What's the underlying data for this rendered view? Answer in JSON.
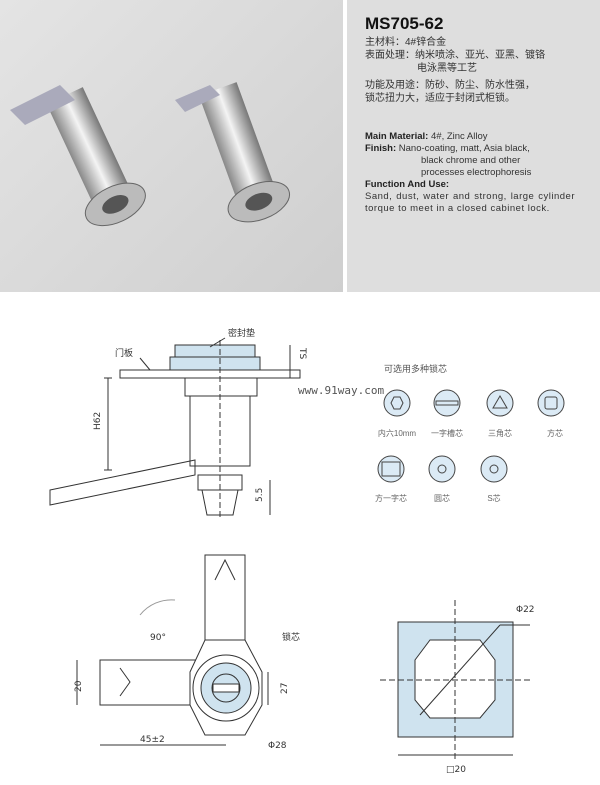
{
  "product": {
    "model": "MS705-62",
    "cn": {
      "material_label": "主材料：",
      "material_value": "4#锌合金",
      "finish_label": "表面处理：",
      "finish_value_1": "纳米喷涂、亚光、亚黑、镀铬",
      "finish_value_2": "电泳黑等工艺",
      "function_label": "功能及用途：",
      "function_value_1": "防砂、防尘、防水性强，",
      "function_value_2": "锁芯扭力大，适应于封闭式柜锁。"
    },
    "en": {
      "material_label": "Main Material:",
      "material_value": "4#, Zinc Alloy",
      "finish_label": "Finish:",
      "finish_value_1": "Nano-coating, matt, Asia black,",
      "finish_value_2": "black chrome and other",
      "finish_value_3": "processes electrophoresis",
      "function_label": "Function And Use:",
      "function_value": "Sand, dust, water and strong, large cylinder torque to meet in a closed cabinet lock."
    }
  },
  "drawing": {
    "seal_label": "密封垫",
    "door_label": "门板",
    "ts": "TS",
    "h62": "H62",
    "dim_5_5": "5.5",
    "rotation": "90°",
    "core_label": "锁芯",
    "dim_20": "20",
    "dim_27": "27",
    "dim_45": "45±2",
    "dim_phi28": "Φ28",
    "dim_phi22": "Φ22",
    "dim_sq20": "□20"
  },
  "watermark": "www.91way.com",
  "cores": {
    "title": "可选用多种锁芯",
    "items": [
      "内六10mm",
      "一字槽芯",
      "三角芯",
      "方芯",
      "方一字芯",
      "圆芯",
      "S芯"
    ]
  }
}
